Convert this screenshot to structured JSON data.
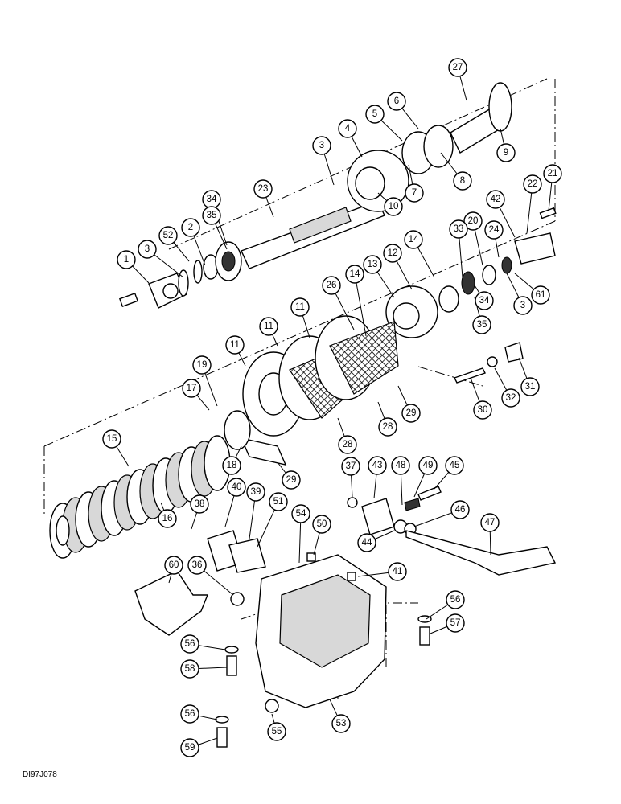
{
  "drawing_code": "DI97J078",
  "callouts": [
    {
      "label": "1"
    },
    {
      "label": "2"
    },
    {
      "label": "3"
    },
    {
      "label": "3"
    },
    {
      "label": "3"
    },
    {
      "label": "4"
    },
    {
      "label": "5"
    },
    {
      "label": "6"
    },
    {
      "label": "7"
    },
    {
      "label": "8"
    },
    {
      "label": "9"
    },
    {
      "label": "10"
    },
    {
      "label": "11"
    },
    {
      "label": "11"
    },
    {
      "label": "11"
    },
    {
      "label": "12"
    },
    {
      "label": "13"
    },
    {
      "label": "14"
    },
    {
      "label": "14"
    },
    {
      "label": "15"
    },
    {
      "label": "16"
    },
    {
      "label": "17"
    },
    {
      "label": "18"
    },
    {
      "label": "19"
    },
    {
      "label": "20"
    },
    {
      "label": "21"
    },
    {
      "label": "22"
    },
    {
      "label": "23"
    },
    {
      "label": "24"
    },
    {
      "label": "26"
    },
    {
      "label": "27"
    },
    {
      "label": "28"
    },
    {
      "label": "28"
    },
    {
      "label": "29"
    },
    {
      "label": "29"
    },
    {
      "label": "30"
    },
    {
      "label": "31"
    },
    {
      "label": "32"
    },
    {
      "label": "33"
    },
    {
      "label": "34"
    },
    {
      "label": "34"
    },
    {
      "label": "35"
    },
    {
      "label": "35"
    },
    {
      "label": "36"
    },
    {
      "label": "37"
    },
    {
      "label": "38"
    },
    {
      "label": "39"
    },
    {
      "label": "40"
    },
    {
      "label": "41"
    },
    {
      "label": "42"
    },
    {
      "label": "43"
    },
    {
      "label": "44"
    },
    {
      "label": "45"
    },
    {
      "label": "46"
    },
    {
      "label": "47"
    },
    {
      "label": "48"
    },
    {
      "label": "49"
    },
    {
      "label": "50"
    },
    {
      "label": "51"
    },
    {
      "label": "52"
    },
    {
      "label": "53"
    },
    {
      "label": "54"
    },
    {
      "label": "55"
    },
    {
      "label": "56"
    },
    {
      "label": "56"
    },
    {
      "label": "56"
    },
    {
      "label": "57"
    },
    {
      "label": "58"
    },
    {
      "label": "59"
    },
    {
      "label": "60"
    },
    {
      "label": "61"
    }
  ]
}
